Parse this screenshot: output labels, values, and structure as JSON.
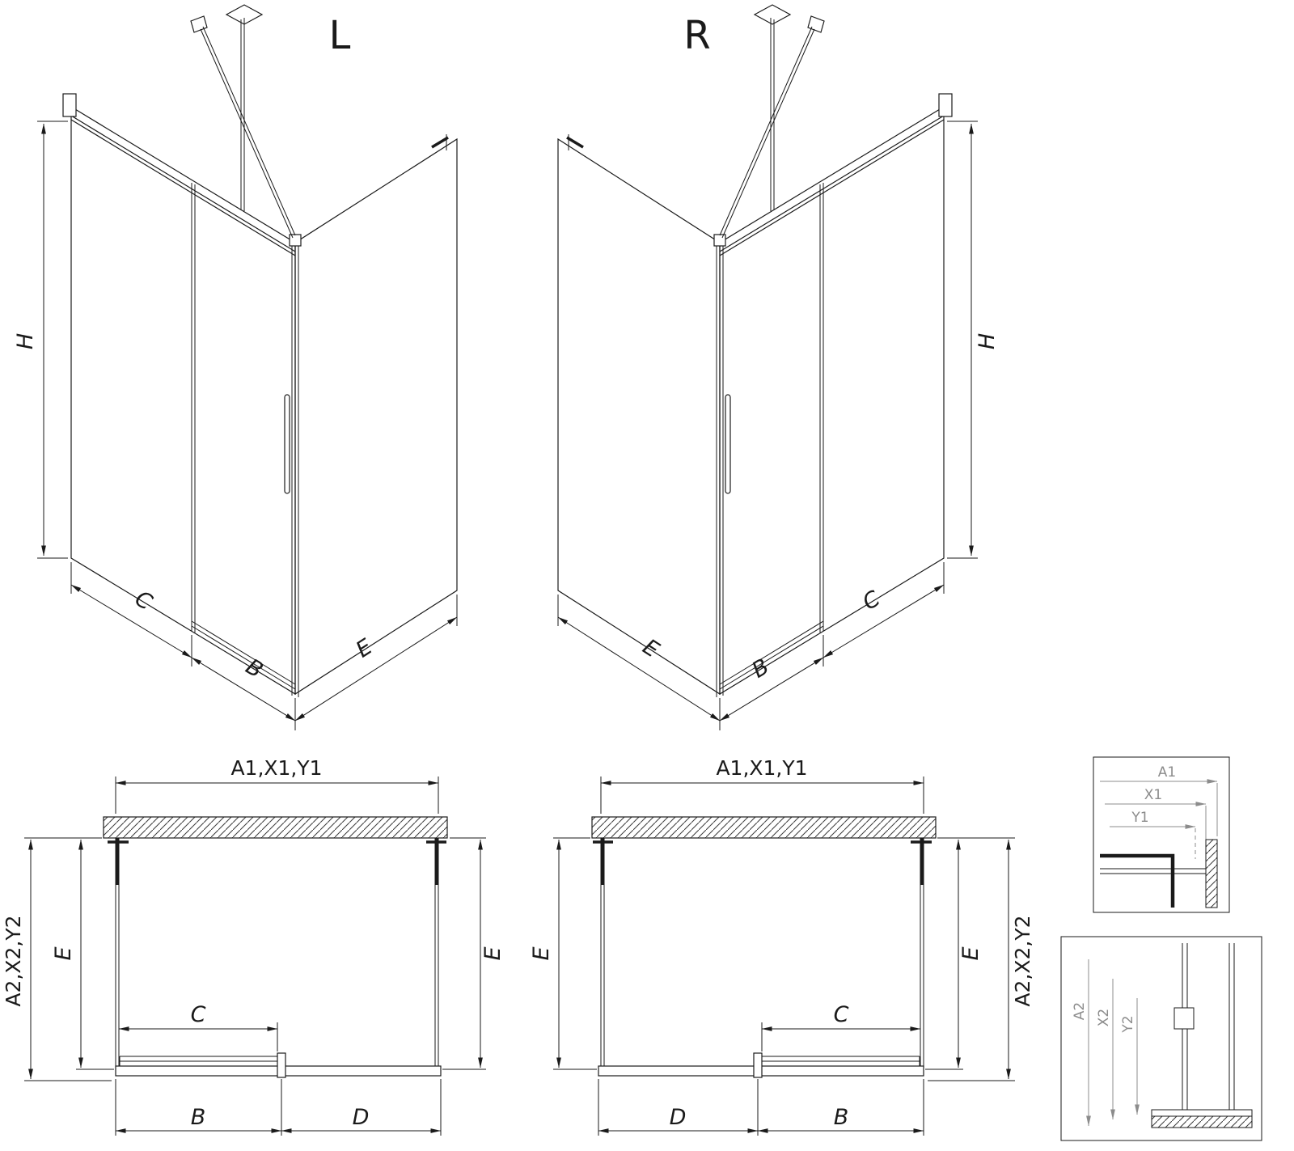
{
  "colors": {
    "line": "#1a1a1a",
    "detail_dim": "#8c8c8c",
    "background": "#ffffff"
  },
  "diagram": {
    "iso_left": {
      "title": "L",
      "dim_height": "H",
      "dim_fixed": "C",
      "dim_door": "B",
      "dim_side": "E"
    },
    "iso_right": {
      "title": "R",
      "dim_height": "H",
      "dim_fixed": "C",
      "dim_door": "B",
      "dim_side": "E"
    },
    "plan_left": {
      "dim_width": "A1,X1,Y1",
      "dim_depth": "A2,X2,Y2",
      "dim_side_left": "E",
      "dim_side_right": "E",
      "dim_opening": "C",
      "dim_door": "B",
      "dim_fixed": "D"
    },
    "plan_right": {
      "dim_width": "A1,X1,Y1",
      "dim_depth": "A2,X2,Y2",
      "dim_side_left": "E",
      "dim_side_right": "E",
      "dim_opening": "C",
      "dim_door": "B",
      "dim_fixed": "D"
    },
    "detail_width": {
      "dim_a": "A1",
      "dim_x": "X1",
      "dim_y": "Y1"
    },
    "detail_depth": {
      "dim_a": "A2",
      "dim_x": "X2",
      "dim_y": "Y2"
    }
  }
}
